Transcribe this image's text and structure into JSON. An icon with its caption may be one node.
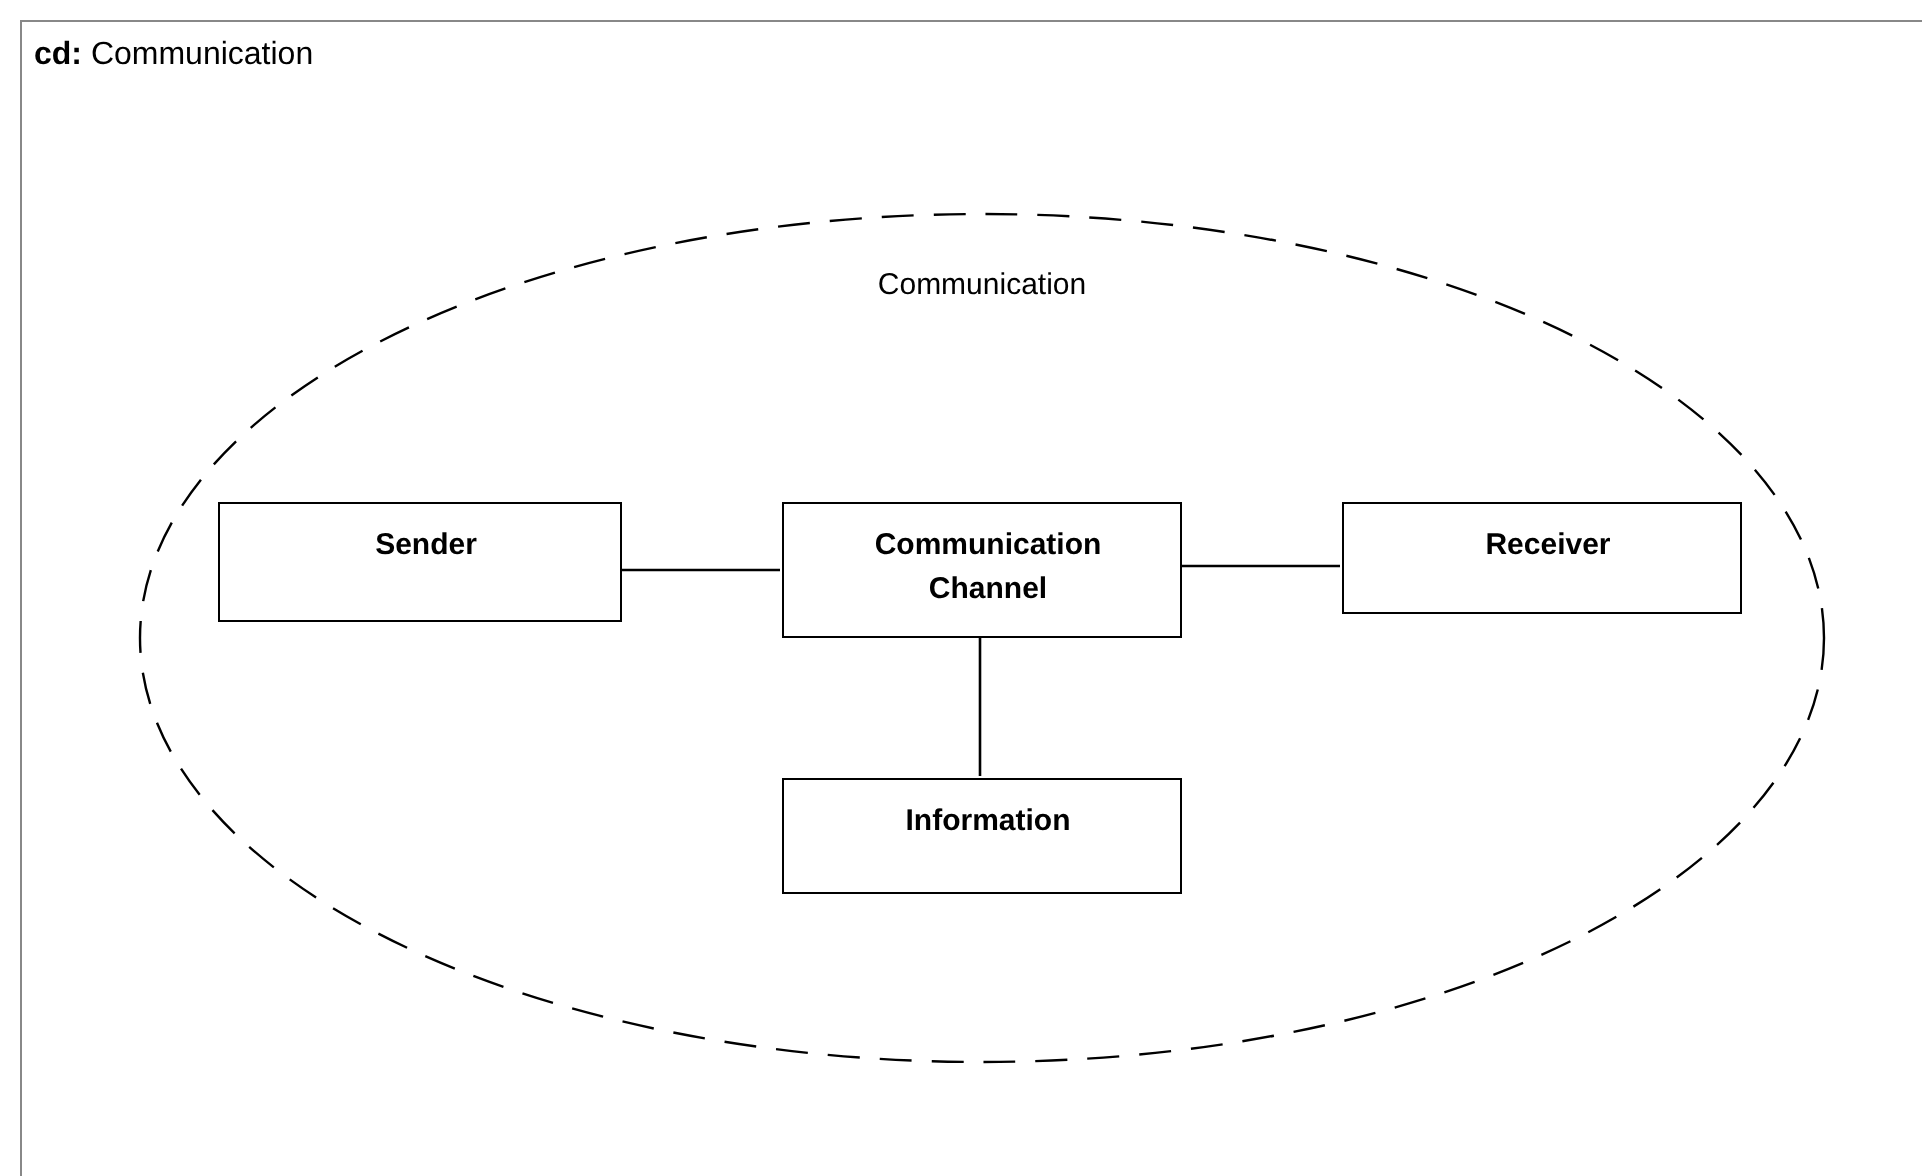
{
  "diagram": {
    "nodes": [
      {
        "text": [
          "**cd:** Communication"
        ]
      },
      {
        "text": [
          "Communication"
        ],
        "in": 0
      },
      {
        "text": [
          "Sender"
        ],
        "in": 1
      },
      {
        "text": [
          "Communication Channel"
        ],
        "in": 1
      },
      {
        "text": [
          "Receiver"
        ],
        "in": 1
      },
      {
        "text": [
          "Information"
        ],
        "in": 1
      }
    ],
    "edges": [
      {
        "from": 2,
        "to": 3,
        "arrow": "none"
      },
      {
        "from": 3,
        "to": 4,
        "arrow": "none"
      },
      {
        "from": 5,
        "to": 3,
        "arrow": "none"
      }
    ]
  }
}
